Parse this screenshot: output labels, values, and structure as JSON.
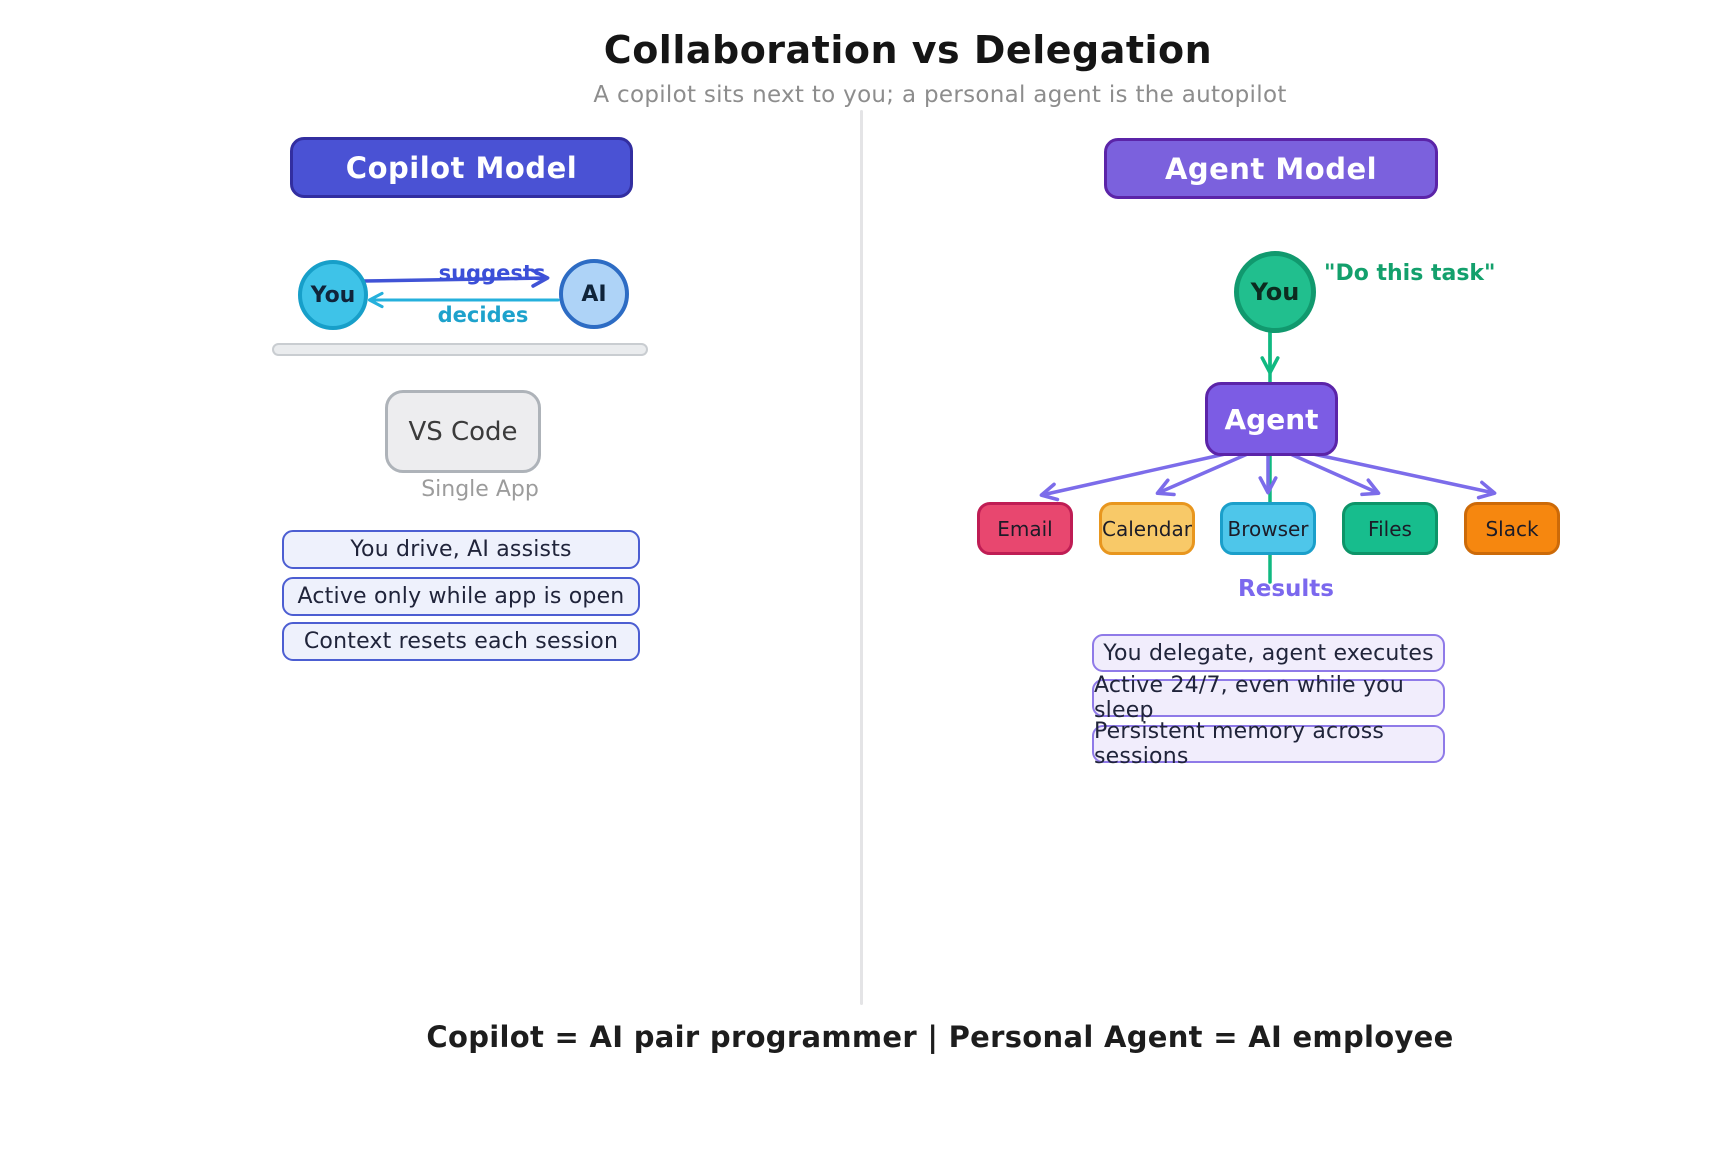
{
  "header": {
    "title": "Collaboration vs Delegation",
    "subtitle": "A copilot sits next to you; a personal agent is the autopilot"
  },
  "copilot": {
    "heading": "Copilot Model",
    "you_label": "You",
    "ai_label": "AI",
    "arrow_top_label": "suggests",
    "arrow_bottom_label": "decides",
    "app_label": "VS Code",
    "app_caption": "Single App",
    "pills": [
      "You drive, AI assists",
      "Active only while app is open",
      "Context resets each session"
    ],
    "colors": {
      "heading_fill": "#4a52d4",
      "heading_border": "#322ea0",
      "you_fill": "#3ec3e8",
      "ai_fill": "#aed3f7",
      "suggest_arrow": "#4053d6",
      "decide_arrow": "#25b0dc"
    }
  },
  "agent": {
    "heading": "Agent Model",
    "you_label": "You",
    "task_quote": "\"Do this task\"",
    "agent_label": "Agent",
    "tools": [
      {
        "label": "Email",
        "fill": "#e8476f",
        "border": "#bf1d54"
      },
      {
        "label": "Calendar",
        "fill": "#f8c968",
        "border": "#e8961e"
      },
      {
        "label": "Browser",
        "fill": "#4ec6ea",
        "border": "#1b9fca"
      },
      {
        "label": "Files",
        "fill": "#17bd8d",
        "border": "#0d9468"
      },
      {
        "label": "Slack",
        "fill": "#f6870f",
        "border": "#cc6a08"
      }
    ],
    "results_label": "Results",
    "pills": [
      "You delegate, agent executes",
      "Active 24/7, even while you sleep",
      "Persistent memory across sessions"
    ],
    "colors": {
      "heading_fill": "#7b61dd",
      "heading_border": "#5b24a8",
      "you_fill": "#21bf8e",
      "task_arrow": "#10b981",
      "fanout_arrow": "#7c6cea",
      "results_text": "#7b68ee"
    }
  },
  "footer": {
    "caption": "Copilot = AI pair programmer | Personal Agent = AI employee"
  }
}
